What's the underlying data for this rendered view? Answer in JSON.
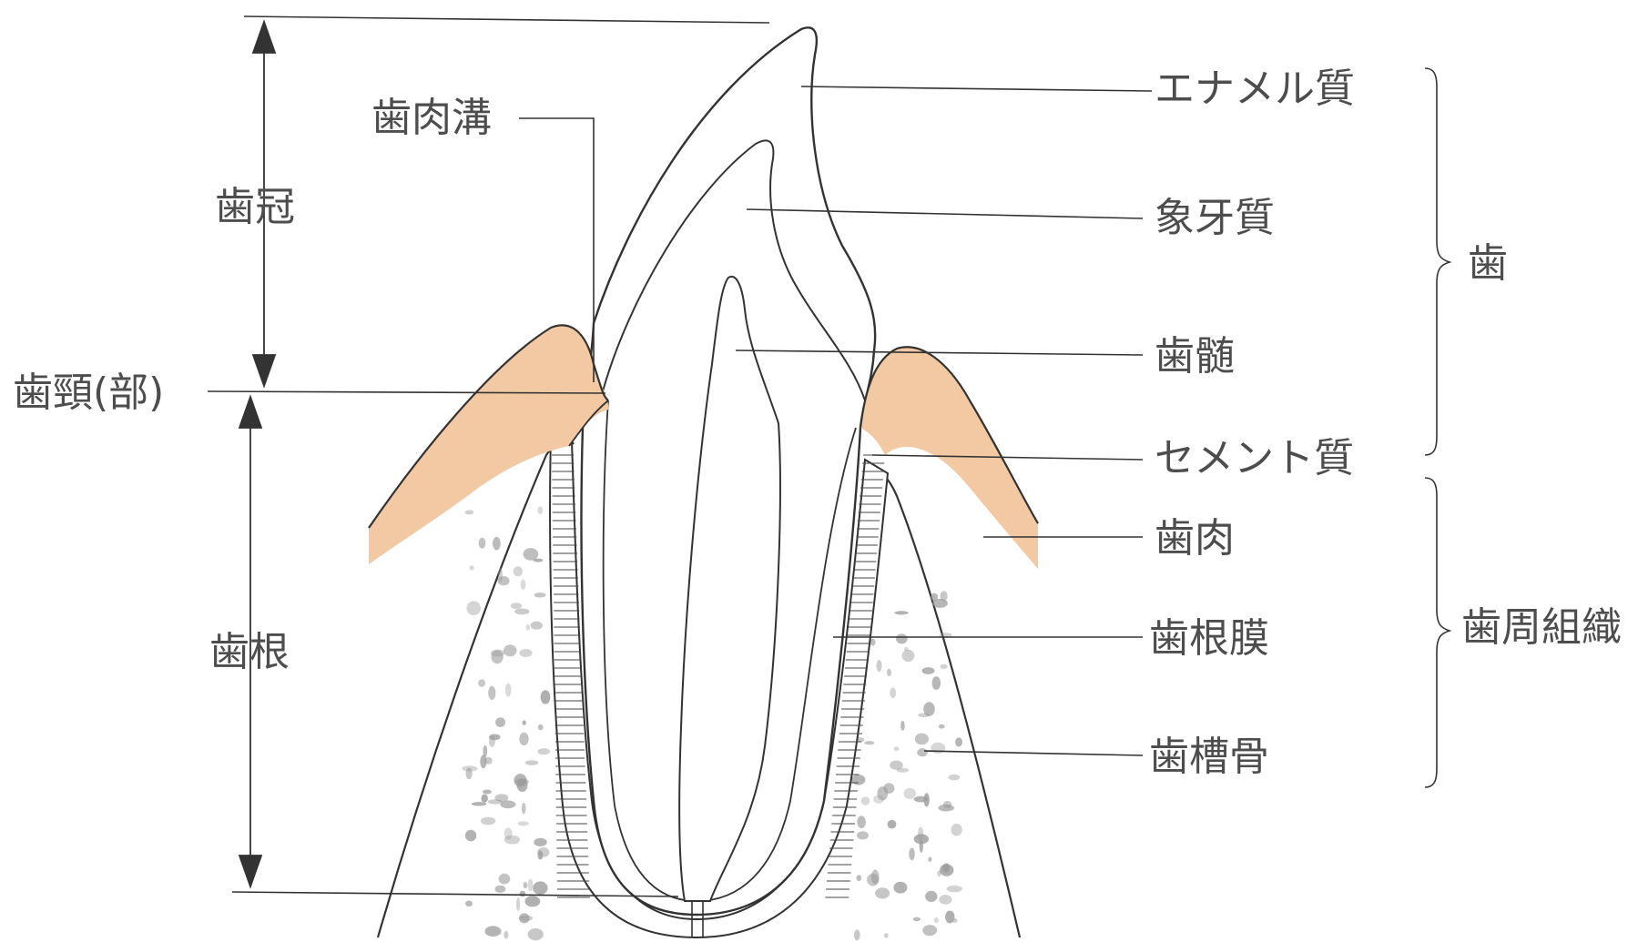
{
  "labels": {
    "enamel": "エナメル質",
    "dentin": "象牙質",
    "pulp": "歯髄",
    "cementum": "セメント質",
    "gingiva": "歯肉",
    "pdl": "歯根膜",
    "alveolar_bone": "歯槽骨",
    "gingival_sulcus": "歯肉溝",
    "crown": "歯冠",
    "neck": "歯頸(部)",
    "root": "歯根",
    "tooth_group": "歯",
    "periodontium_group": "歯周組織"
  },
  "colors": {
    "gingiva_fill": "#f2c9a2",
    "line": "#333333",
    "bone_speck": "#9a9a9a",
    "label_text": "#4d4d4d"
  }
}
